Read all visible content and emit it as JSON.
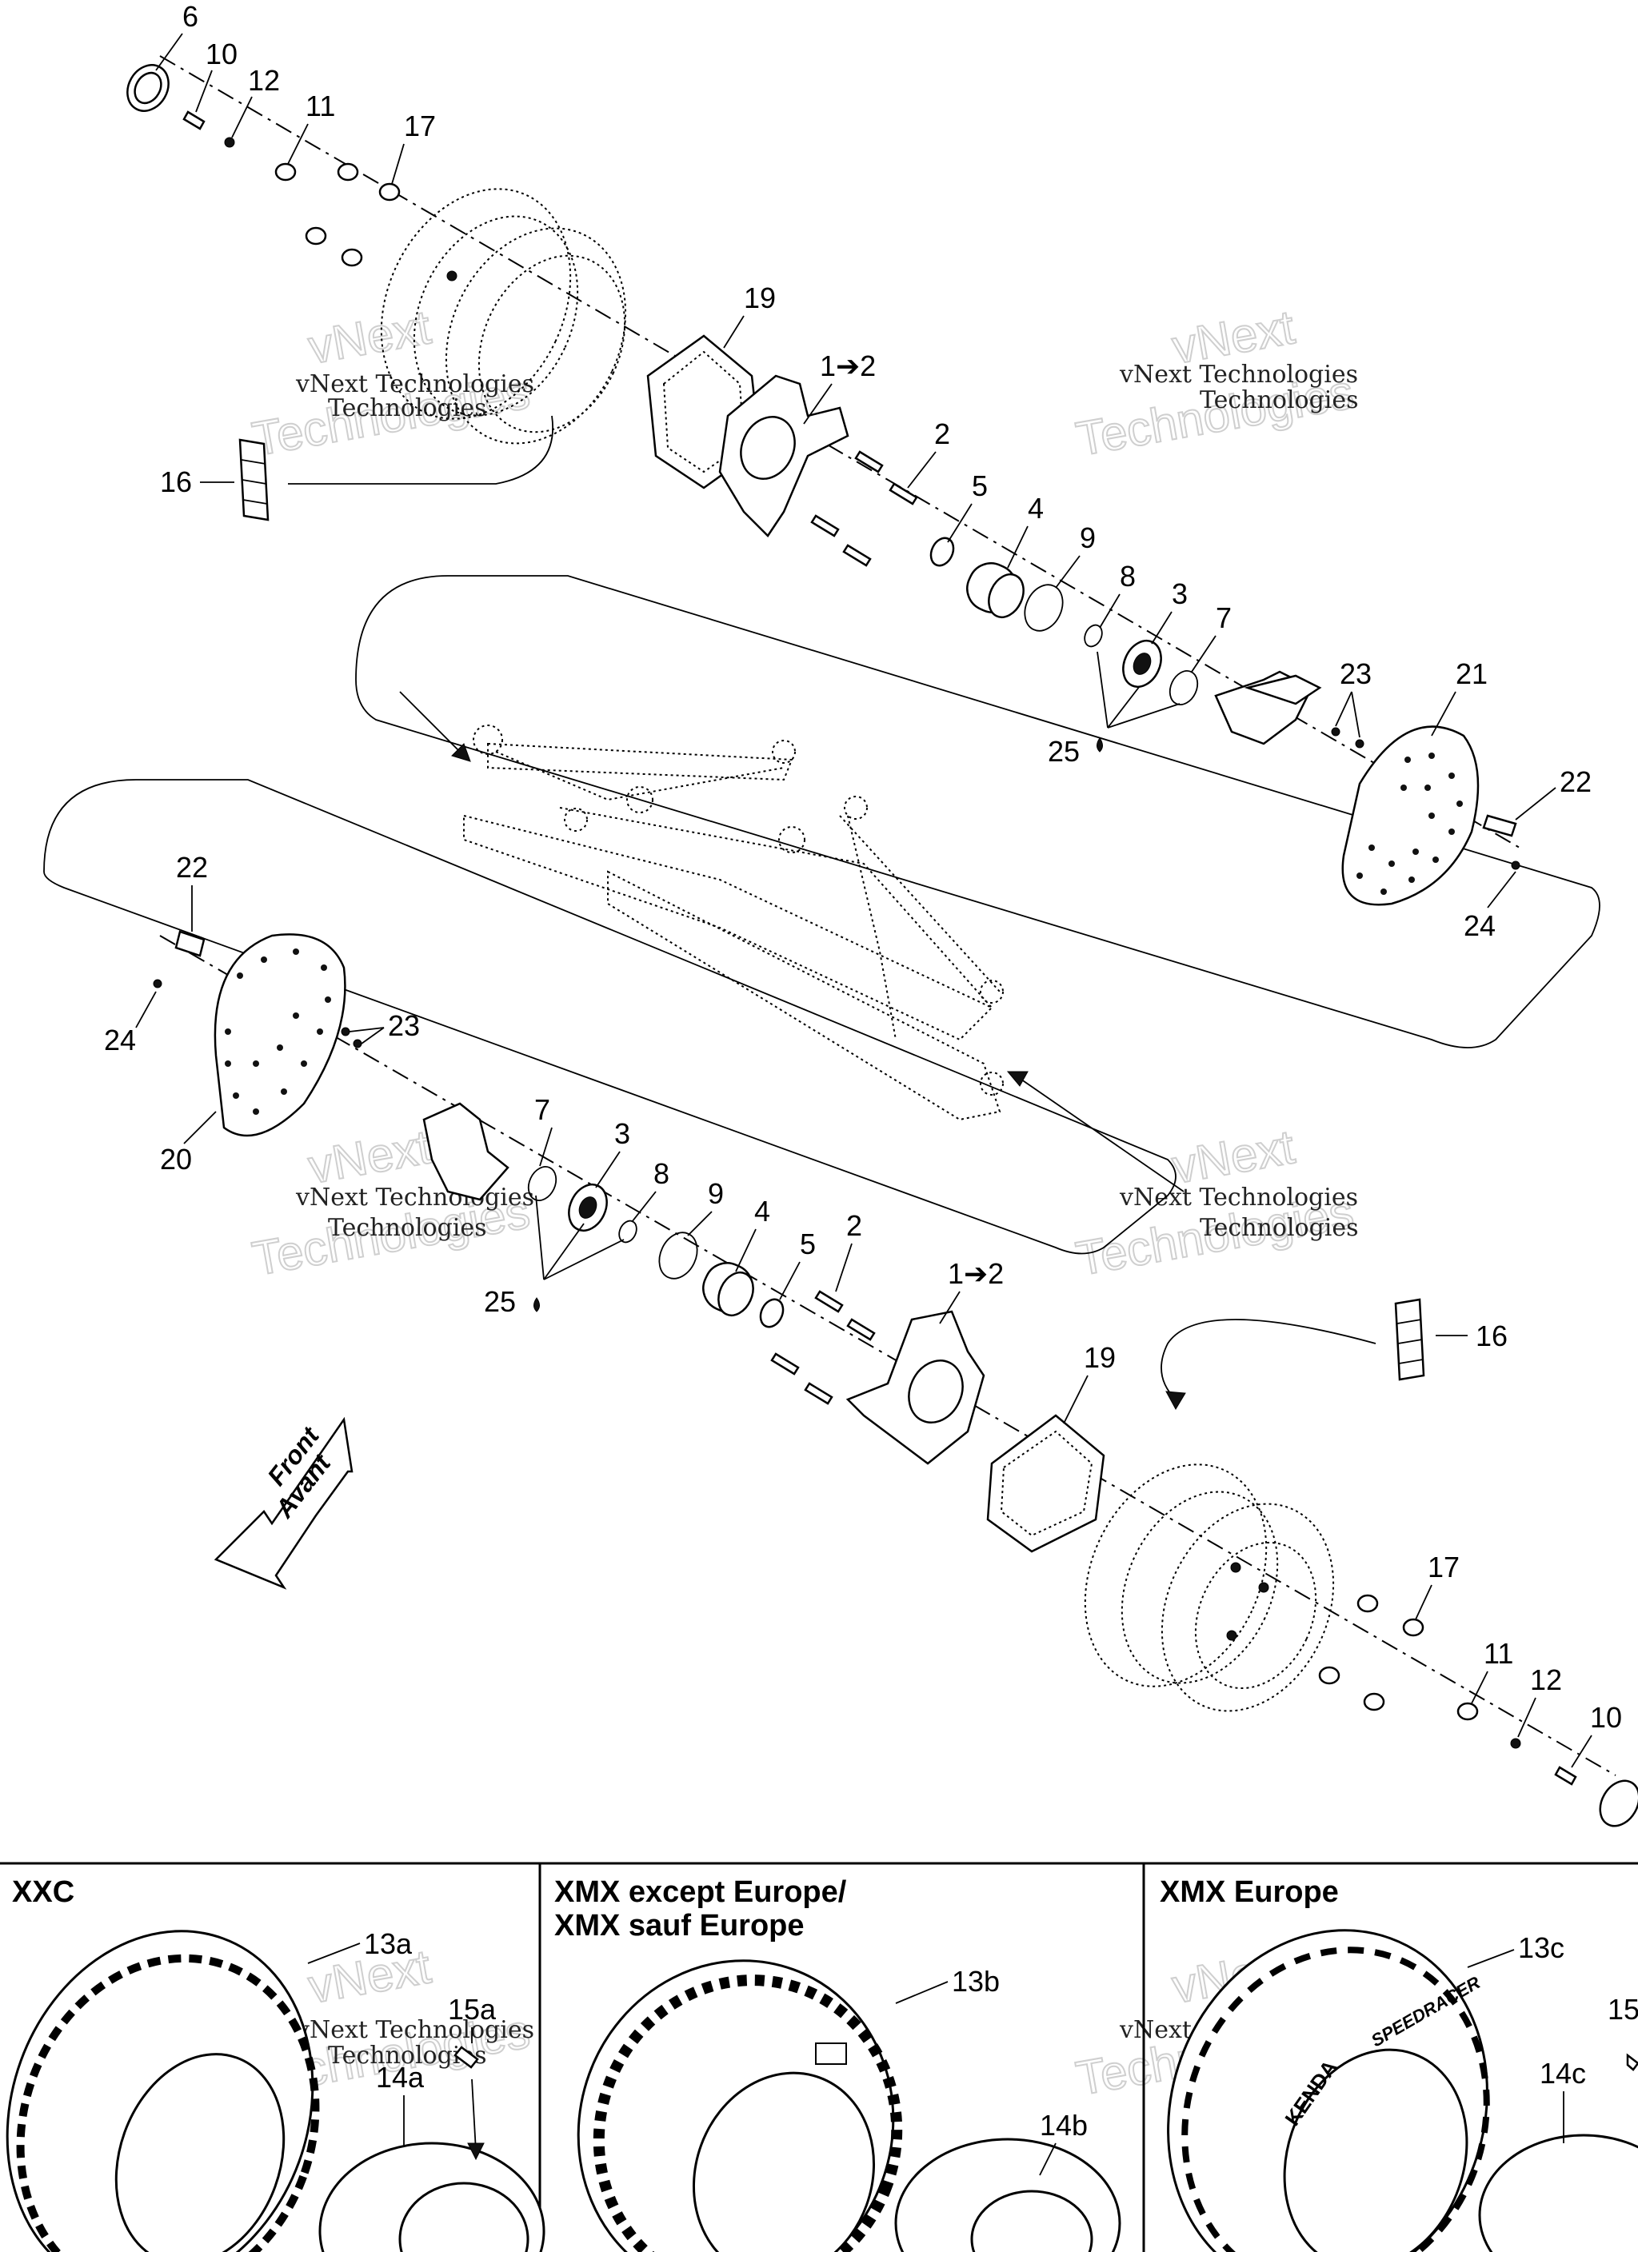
{
  "watermark": {
    "company": "vNext Technologies",
    "outline_top": "vNext",
    "outline_bottom": "Technologies"
  },
  "front_arrow": {
    "line1": "Front",
    "line2": "Avant"
  },
  "callouts_upper": {
    "c6": "6",
    "c10": "10",
    "c12": "12",
    "c11": "11",
    "c17": "17",
    "c19": "19",
    "c1to2": "1➔2",
    "c2": "2",
    "c16": "16",
    "c5": "5",
    "c4": "4",
    "c9": "9",
    "c8": "8",
    "c3": "3",
    "c7": "7",
    "c23": "23",
    "c21": "21",
    "c22": "22",
    "c25": "25",
    "c24": "24"
  },
  "callouts_lower": {
    "c22": "22",
    "c24": "24",
    "c23": "23",
    "c20": "20",
    "c7": "7",
    "c3": "3",
    "c8": "8",
    "c9": "9",
    "c4": "4",
    "c5": "5",
    "c2": "2",
    "c1to2": "1➔2",
    "c19": "19",
    "c16": "16",
    "c17": "17",
    "c11": "11",
    "c12": "12",
    "c10": "10",
    "c25": "25"
  },
  "tire_panels": [
    {
      "title": "XXC",
      "title2": "",
      "tire": "13a",
      "rim": "14a",
      "valve": "15a"
    },
    {
      "title": "XMX except Europe/",
      "title2": "XMX sauf Europe",
      "tire": "13b",
      "rim": "14b",
      "valve": ""
    },
    {
      "title": "XMX Europe",
      "title2": "",
      "tire": "13c",
      "rim": "14c",
      "valve": "15"
    }
  ],
  "tire_branding": {
    "kenda": "KENDA",
    "model": "SPEEDRACER"
  }
}
